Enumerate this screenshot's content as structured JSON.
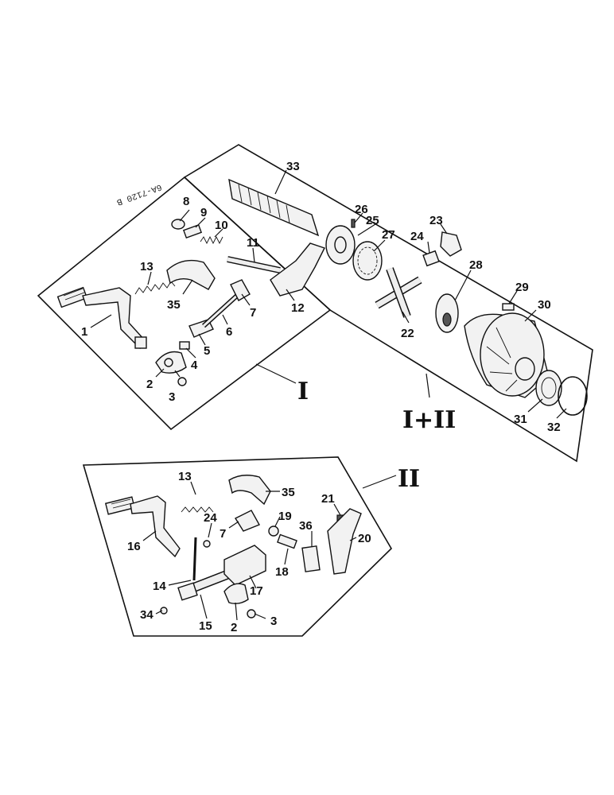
{
  "figure_code": "6A-7120 B",
  "group_labels": {
    "group_one": "I",
    "group_two": "II",
    "group_both": "I+II"
  },
  "callouts_group_one": [
    "1",
    "2",
    "3",
    "4",
    "5",
    "6",
    "7",
    "8",
    "9",
    "10",
    "11",
    "12",
    "13",
    "35"
  ],
  "callouts_shared": [
    "22",
    "23",
    "24",
    "25",
    "26",
    "27",
    "28",
    "29",
    "30",
    "31",
    "32",
    "33"
  ],
  "callouts_group_two": [
    "13",
    "35",
    "24",
    "7",
    "19",
    "21",
    "36",
    "16",
    "20",
    "18",
    "17",
    "14",
    "15",
    "2",
    "3",
    "34"
  ]
}
